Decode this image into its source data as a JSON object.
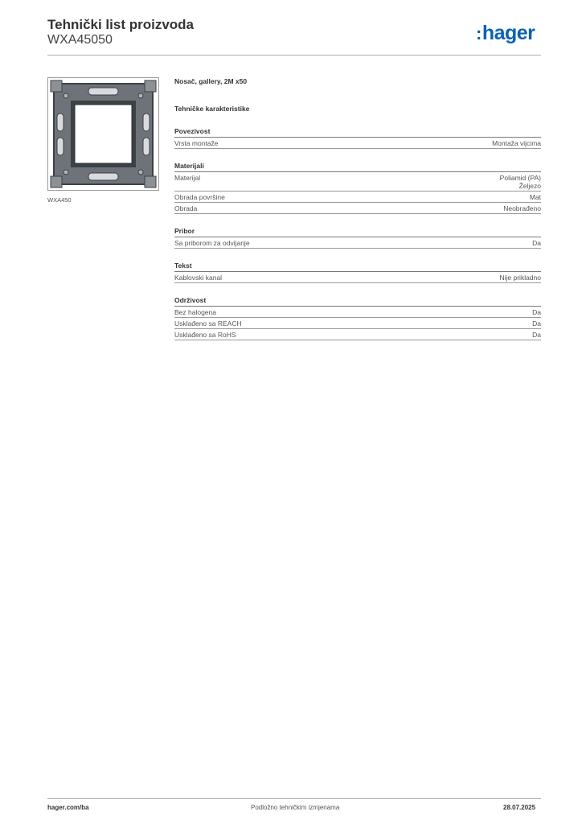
{
  "header": {
    "title": "Tehnički list proizvoda",
    "code": "WXA45050",
    "logo": "hager",
    "logo_color": "#0d62b0"
  },
  "image": {
    "caption": "WXA450"
  },
  "product": {
    "name": "Nosač, gallery, 2M x50",
    "spec_heading": "Tehničke karakteristike"
  },
  "sections": [
    {
      "title": "Povezivost",
      "rows": [
        {
          "label": "Vrsta montaže",
          "values": [
            "Montaža vijcima"
          ]
        }
      ]
    },
    {
      "title": "Materijali",
      "rows": [
        {
          "label": "Materijal",
          "values": [
            "Poliamid (PA)",
            "Željezo"
          ]
        },
        {
          "label": "Obrada površine",
          "values": [
            "Mat"
          ]
        },
        {
          "label": "Obrada",
          "values": [
            "Neobrađeno"
          ]
        }
      ]
    },
    {
      "title": "Pribor",
      "rows": [
        {
          "label": "Sa priborom za odvijanje",
          "values": [
            "Da"
          ]
        }
      ]
    },
    {
      "title": "Tekst",
      "rows": [
        {
          "label": "Kablovski kanal",
          "values": [
            "Nije prikladno"
          ]
        }
      ]
    },
    {
      "title": "Održivost",
      "rows": [
        {
          "label": "Bez halogena",
          "values": [
            "Da"
          ]
        },
        {
          "label": "Usklađeno sa REACH",
          "values": [
            "Da"
          ]
        },
        {
          "label": "Usklađeno sa RoHS",
          "values": [
            "Da"
          ]
        }
      ]
    }
  ],
  "footer": {
    "website": "hager.com/ba",
    "notice": "Podložno tehničkim izmjenama",
    "date": "28.07.2025"
  }
}
